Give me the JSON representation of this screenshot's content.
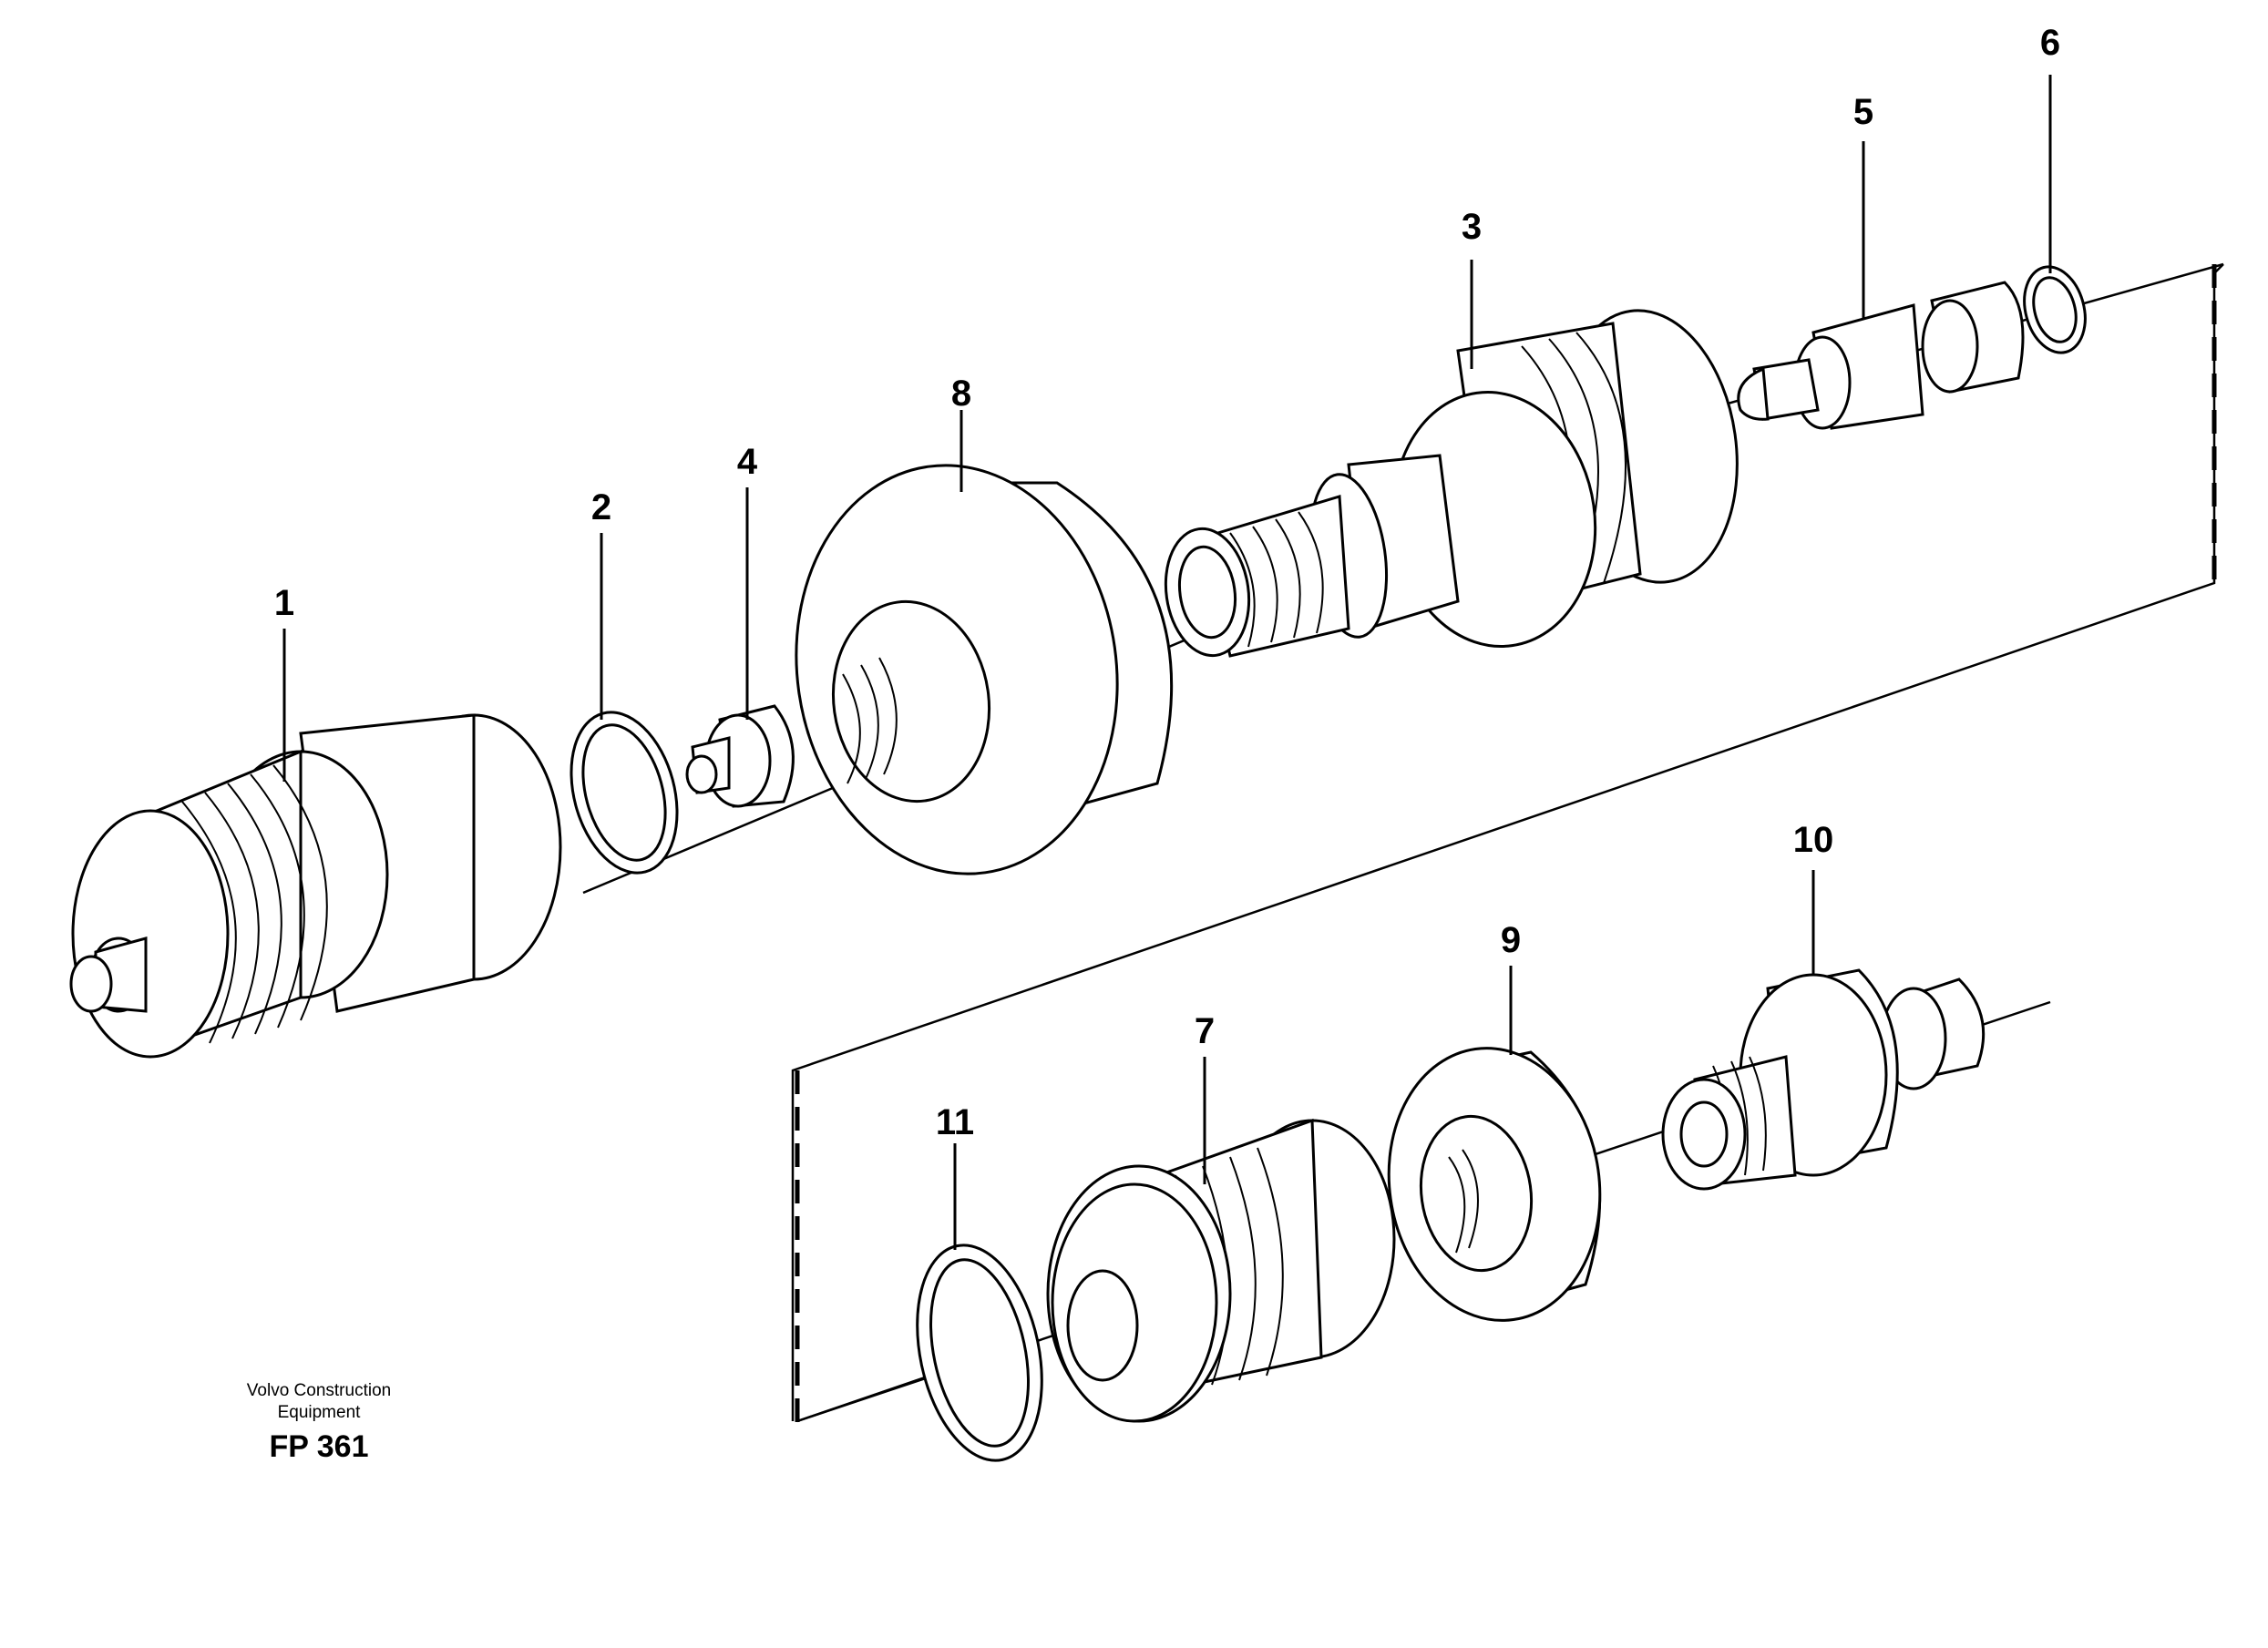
{
  "diagram": {
    "type": "exploded-parts-view",
    "callouts": [
      {
        "id": "part-1",
        "label": "1"
      },
      {
        "id": "part-2",
        "label": "2"
      },
      {
        "id": "part-3",
        "label": "3"
      },
      {
        "id": "part-4",
        "label": "4"
      },
      {
        "id": "part-5",
        "label": "5"
      },
      {
        "id": "part-6",
        "label": "6"
      },
      {
        "id": "part-7",
        "label": "7"
      },
      {
        "id": "part-8",
        "label": "8"
      },
      {
        "id": "part-9",
        "label": "9"
      },
      {
        "id": "part-10",
        "label": "10"
      },
      {
        "id": "part-11",
        "label": "11"
      }
    ]
  },
  "caption": {
    "publisher_line1": "Volvo Construction",
    "publisher_line2": "Equipment",
    "figure_code": "FP 361"
  }
}
